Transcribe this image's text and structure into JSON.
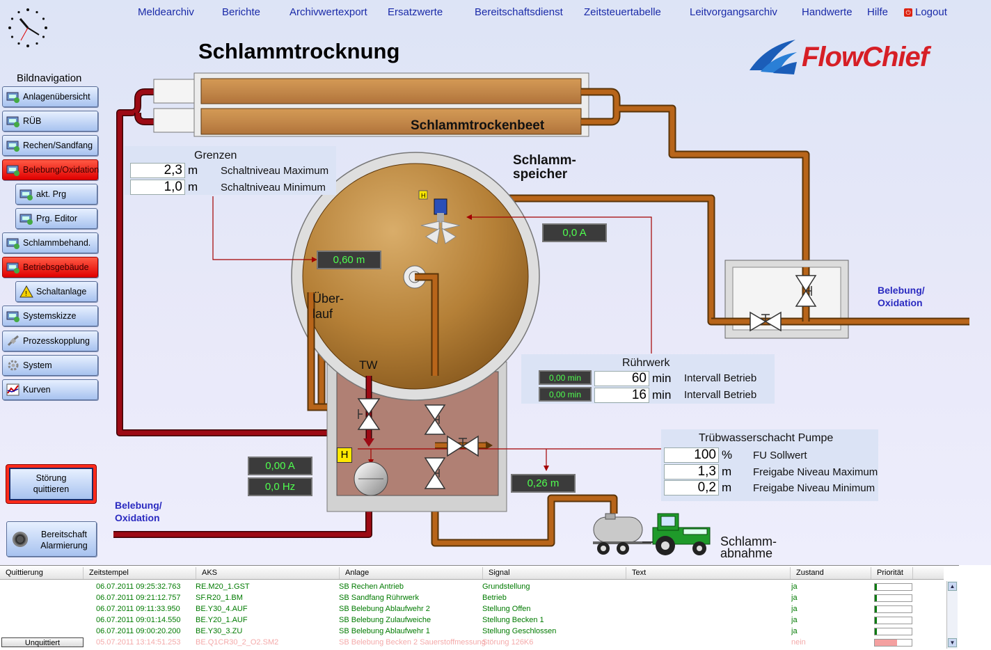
{
  "nav": {
    "items": [
      "Meldearchiv",
      "Berichte",
      "Archivwertexport",
      "Ersatzwerte",
      "Bereitschaftsdienst",
      "Zeitsteuertabelle",
      "Leitvorgangsarchiv",
      "Handwerte",
      "Hilfe"
    ],
    "logout": "Logout"
  },
  "page_title": "Schlammtrocknung",
  "brand": "FlowChief",
  "sidebar": {
    "heading": "Bildnavigation",
    "items": [
      {
        "label": "Anlagenübersicht",
        "state": "normal"
      },
      {
        "label": "RÜB",
        "state": "normal"
      },
      {
        "label": "Rechen/Sandfang",
        "state": "normal"
      },
      {
        "label": "Belebung/Oxidation",
        "state": "alarm"
      },
      {
        "label": "akt. Prg",
        "state": "normal"
      },
      {
        "label": "Prg. Editor",
        "state": "normal"
      },
      {
        "label": "Schlammbehand.",
        "state": "normal"
      },
      {
        "label": "Betriebsgebäude",
        "state": "alarm"
      },
      {
        "label": "Schaltanlage",
        "state": "normal"
      },
      {
        "label": "Systemskizze",
        "state": "normal"
      },
      {
        "label": "Prozesskopplung",
        "state": "normal"
      },
      {
        "label": "System",
        "state": "normal"
      },
      {
        "label": "Kurven",
        "state": "normal"
      }
    ]
  },
  "buttons": {
    "fault_ack_line1": "Störung",
    "fault_ack_line2": "quittieren",
    "standby_line1": "Bereitschaft",
    "standby_line2": "Alarmierung"
  },
  "process": {
    "drying_bed": "Schlammtrockenbeet",
    "storage_line1": "Schlamm-",
    "storage_line2": "speicher",
    "overflow_line1": "Über-",
    "overflow_line2": "lauf",
    "tw": "TW",
    "h_badge": "H",
    "belebung_right_line1": "Belebung/",
    "belebung_right_line2": "Oxidation",
    "belebung_left_line1": "Belebung/",
    "belebung_left_line2": "Oxidation",
    "sludge_removal_line1": "Schlamm-",
    "sludge_removal_line2": "abnahme",
    "level": "0,60 m",
    "stirrer_current": "0,0 A",
    "pump_current": "0,00 A",
    "pump_frequency": "0,0 Hz",
    "shaft_level": "0,26 m"
  },
  "grenzen": {
    "title": "Grenzen",
    "rows": [
      {
        "value": "2,3",
        "unit": "m",
        "label": "Schaltniveau Maximum"
      },
      {
        "value": "1,0",
        "unit": "m",
        "label": "Schaltniveau Minimum"
      }
    ]
  },
  "ruehrwerk": {
    "title": "Rührwerk",
    "rows": [
      {
        "actual": "0,00 min",
        "value": "60",
        "unit": "min",
        "label": "Intervall Betrieb"
      },
      {
        "actual": "0,00 min",
        "value": "16",
        "unit": "min",
        "label": "Intervall Betrieb"
      }
    ]
  },
  "pumpe": {
    "title": "Trübwasserschacht Pumpe",
    "rows": [
      {
        "value": "100",
        "unit": "%",
        "label": "FU Sollwert"
      },
      {
        "value": "1,3",
        "unit": "m",
        "label": "Freigabe Niveau Maximum"
      },
      {
        "value": "0,2",
        "unit": "m",
        "label": "Freigabe Niveau Minimum"
      }
    ]
  },
  "alarms": {
    "columns": [
      "Quittierung",
      "Zeitstempel",
      "AKS",
      "Anlage",
      "Signal",
      "Text",
      "Zustand",
      "Priorität"
    ],
    "rows": [
      {
        "time": "06.07.2011 09:25:32.763",
        "aks": "RE.M20_1.GST",
        "anlage": "SB Rechen Antrieb",
        "signal": "Grundstellung",
        "text": "",
        "zustand": "ja",
        "prio_fill": 0.05,
        "faded": false
      },
      {
        "time": "06.07.2011 09:21:12.757",
        "aks": "SF.R20_1.BM",
        "anlage": "SB Sandfang Rührwerk",
        "signal": "Betrieb",
        "text": "",
        "zustand": "ja",
        "prio_fill": 0.05,
        "faded": false
      },
      {
        "time": "06.07.2011 09:11:33.950",
        "aks": "BE.Y30_4.AUF",
        "anlage": "SB Belebung Ablaufwehr 2",
        "signal": "Stellung Offen",
        "text": "",
        "zustand": "ja",
        "prio_fill": 0.05,
        "faded": false
      },
      {
        "time": "06.07.2011 09:01:14.550",
        "aks": "BE.Y20_1.AUF",
        "anlage": "SB Belebung Zulaufweiche",
        "signal": "Stellung Becken 1",
        "text": "",
        "zustand": "ja",
        "prio_fill": 0.05,
        "faded": false
      },
      {
        "time": "06.07.2011 09:00:20.200",
        "aks": "BE.Y30_3.ZU",
        "anlage": "SB Belebung Ablaufwehr 1",
        "signal": "Stellung Geschlossen",
        "text": "",
        "zustand": "ja",
        "prio_fill": 0.05,
        "faded": false
      },
      {
        "time": "05.07.2011 13:14:51.253",
        "aks": "BE.Q1CR30_2_O2.SM2",
        "anlage": "SB Belebung Becken 2 Sauerstoffmessung",
        "signal": "Störung 126K6",
        "text": "",
        "zustand": "nein",
        "prio_fill": 0.6,
        "faded": true
      }
    ],
    "unack_button": "Unquittiert"
  },
  "colors": {
    "pipe_brown": "#b8651a",
    "pipe_red": "#9c0a14",
    "display_green": "#4fff4f",
    "alarm_red": "#ff2a1a",
    "nav_blue": "#1a2aa8"
  }
}
